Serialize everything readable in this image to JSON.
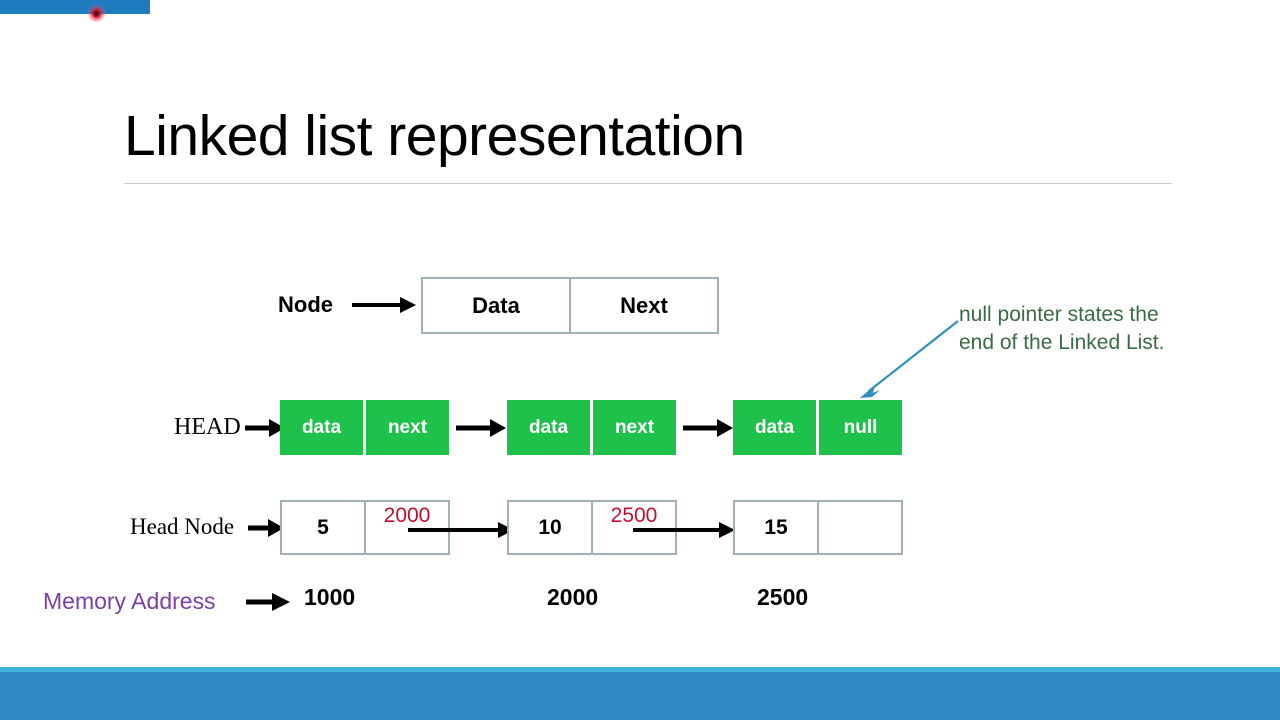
{
  "slide": {
    "title": "Linked list representation"
  },
  "chrome": {
    "top_bar_color": "#1f7bbf",
    "bottom_bar_color": "#2e88c5",
    "bottom_bar_highlight_color": "#3fb3dc",
    "cursor_color": "#d0102a"
  },
  "colors": {
    "green_node": "#1ec24b",
    "node_border": "#9fb0b8",
    "pointer_red": "#c0102e",
    "note_green": "#3a6b45",
    "memory_purple": "#7a3fa8",
    "annotation_arrow_blue": "#2e8fbf"
  },
  "generic_node": {
    "label": "Node",
    "cells": [
      {
        "text": "Data"
      },
      {
        "text": "Next"
      }
    ]
  },
  "conceptual_list": {
    "label": "HEAD",
    "nodes": [
      {
        "data": "data",
        "next": "next"
      },
      {
        "data": "data",
        "next": "next"
      },
      {
        "data": "data",
        "next": "null"
      }
    ]
  },
  "note": {
    "line1": "null pointer states the",
    "line2": "end of the Linked List."
  },
  "memory_list": {
    "label": "Head Node",
    "nodes": [
      {
        "value": "5",
        "pointer": "2000"
      },
      {
        "value": "10",
        "pointer": "2500"
      },
      {
        "value": "15",
        "pointer": ""
      }
    ]
  },
  "memory_addresses": {
    "label": "Memory Address",
    "values": [
      "1000",
      "2000",
      "2500"
    ]
  }
}
